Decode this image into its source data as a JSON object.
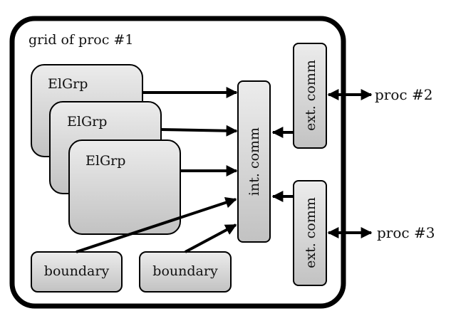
{
  "container": {
    "title": "grid of proc #1"
  },
  "element_groups": [
    {
      "label": "ElGrp"
    },
    {
      "label": "ElGrp"
    },
    {
      "label": "ElGrp"
    }
  ],
  "boundaries": [
    {
      "label": "boundary"
    },
    {
      "label": "boundary"
    }
  ],
  "int_comm": {
    "label": "int. comm"
  },
  "ext_comms": [
    {
      "label": "ext. comm",
      "peer": "proc #2"
    },
    {
      "label": "ext. comm",
      "peer": "proc #3"
    }
  ],
  "colors": {
    "box_fill_top": "#eaeaea",
    "box_fill_bottom": "#c4c4c4",
    "stroke": "#000000"
  }
}
